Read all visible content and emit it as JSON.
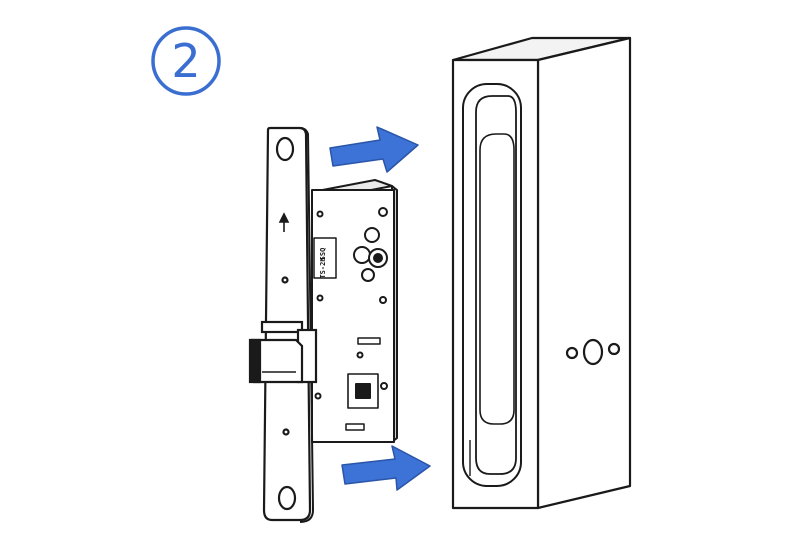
{
  "step": {
    "number": "2"
  },
  "mortise_label": {
    "line1": "SSQ",
    "line2": "TS-2H"
  },
  "colors": {
    "arrow_fill": "#3d72d6",
    "arrow_stroke": "#2a55a8",
    "line": "#1a1a1a",
    "step_accent": "#3a6fd1"
  },
  "icons": {
    "arrow_up": "up-arrow-icon",
    "insert_arrow": "right-arrow-icon"
  }
}
